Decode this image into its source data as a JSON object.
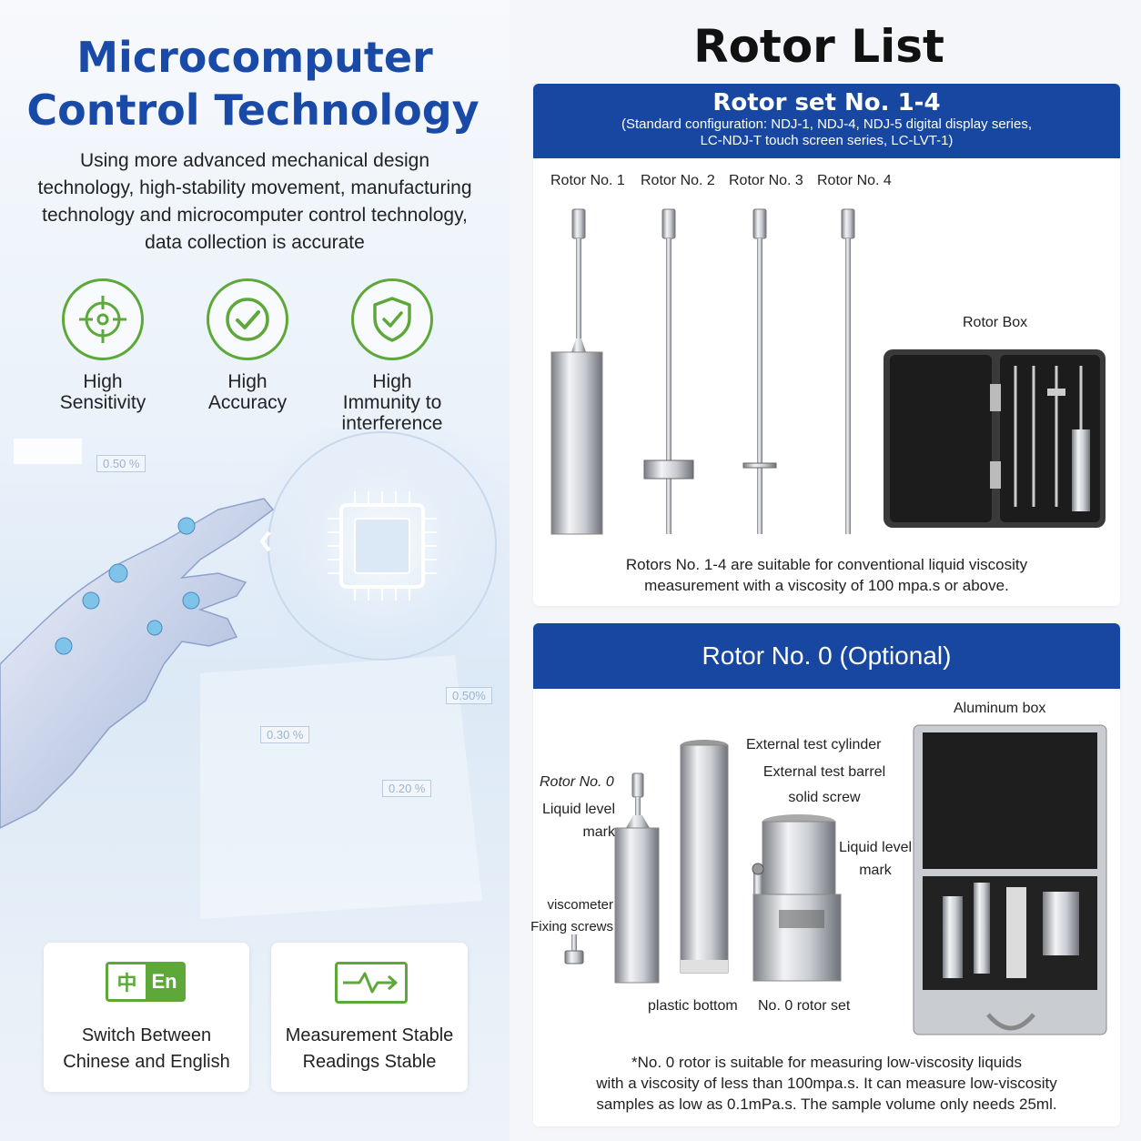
{
  "left": {
    "title_line1": "Microcomputer",
    "title_line2": "Control Technology",
    "description": "Using more advanced mechanical design technology, high-stability movement, manufacturing technology and microcomputer control technology, data collection is accurate",
    "features": [
      {
        "icon": "crosshair-icon",
        "label_line1": "High",
        "label_line2": "Sensitivity"
      },
      {
        "icon": "check-circle-icon",
        "label_line1": "High",
        "label_line2": "Accuracy"
      },
      {
        "icon": "shield-check-icon",
        "label_line1": "High",
        "label_line2": "Immunity to",
        "label_line3": "interference"
      }
    ],
    "overlay_values": [
      "0.50 %",
      "0.30 %",
      "0.50%",
      "0.20 %"
    ],
    "cards": [
      {
        "icon": "language-switch-icon",
        "icon_text_1": "中",
        "icon_text_2": "En",
        "label_line1": "Switch Between",
        "label_line2": "Chinese and English"
      },
      {
        "icon": "pulse-arrow-icon",
        "label_line1": "Measurement Stable",
        "label_line2": "Readings Stable"
      }
    ]
  },
  "right": {
    "title": "Rotor List",
    "set1": {
      "heading": "Rotor set No. 1-4",
      "subtitle_line1": "(Standard configuration: NDJ-1, NDJ-4, NDJ-5 digital display series,",
      "subtitle_line2": "LC-NDJ-T touch screen series, LC-LVT-1)",
      "rotor_labels": [
        "Rotor No. 1",
        "Rotor No. 2",
        "Rotor No. 3",
        "Rotor No. 4"
      ],
      "box_label": "Rotor Box",
      "note_line1": "Rotors No. 1-4 are suitable for conventional liquid viscosity",
      "note_line2": "measurement with a viscosity of 100 mpa.s or above."
    },
    "set0": {
      "heading": "Rotor No. 0 (Optional)",
      "aluminum_box": "Aluminum box",
      "rotor0": "Rotor No. 0",
      "liquid_level_mark_a1": "Liquid level",
      "liquid_level_mark_a2": "mark",
      "viscometer1": "viscometer",
      "viscometer2": "Fixing screws",
      "external_cylinder": "External test cylinder",
      "external_barrel1": "External test barrel",
      "external_barrel2": "solid screw",
      "liquid_level_mark_b1": "Liquid level",
      "liquid_level_mark_b2": "mark",
      "plastic_bottom": "plastic bottom",
      "rotor_set": "No. 0 rotor set",
      "note_line1": "*No. 0 rotor is suitable for measuring low-viscosity liquids",
      "note_line2": "with a viscosity of less than 100mpa.s. It can measure low-viscosity",
      "note_line3": "samples as low as 0.1mPa.s. The sample volume only needs 25ml."
    }
  },
  "colors": {
    "brand_blue": "#1747a0",
    "title_blue": "#1a4aa8",
    "icon_green": "#5ea83a"
  }
}
